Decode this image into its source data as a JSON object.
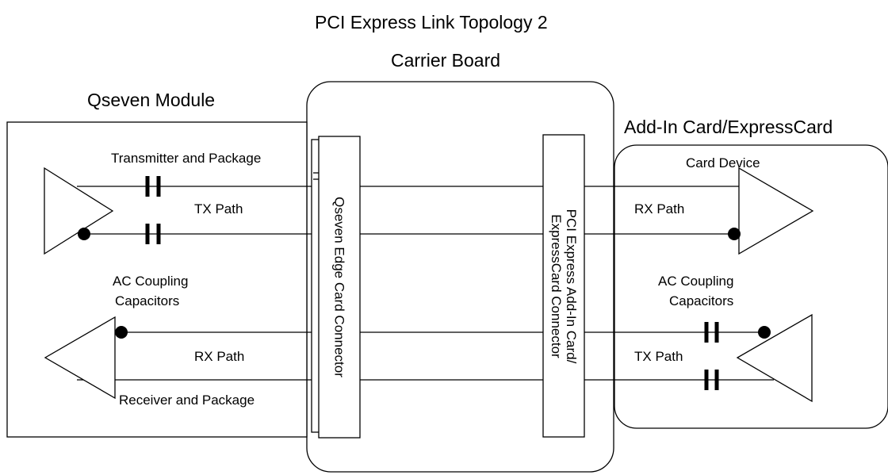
{
  "diagram": {
    "title": "PCI Express Link Topology 2",
    "carrier_board": {
      "label": "Carrier Board"
    },
    "qseven_module": {
      "label": "Qseven Module",
      "transmitter_label": "Transmitter and Package",
      "tx_path_label": "TX Path",
      "ac_coupling_label_line1": "AC Coupling",
      "ac_coupling_label_line2": "Capacitors",
      "rx_path_label": "RX Path",
      "receiver_label": "Receiver and Package"
    },
    "edge_connector": {
      "label": "Qseven Edge Card Connector"
    },
    "addin_connector": {
      "label_line1": "PCI Express Add-In Card/",
      "label_line2": "ExpressCard Connector"
    },
    "addin_card": {
      "label": "Add-In Card/ExpressCard",
      "device_label": "Card Device",
      "rx_path_label": "RX Path",
      "ac_coupling_label_line1": "AC Coupling",
      "ac_coupling_label_line2": "Capacitors",
      "tx_path_label": "TX Path"
    }
  }
}
